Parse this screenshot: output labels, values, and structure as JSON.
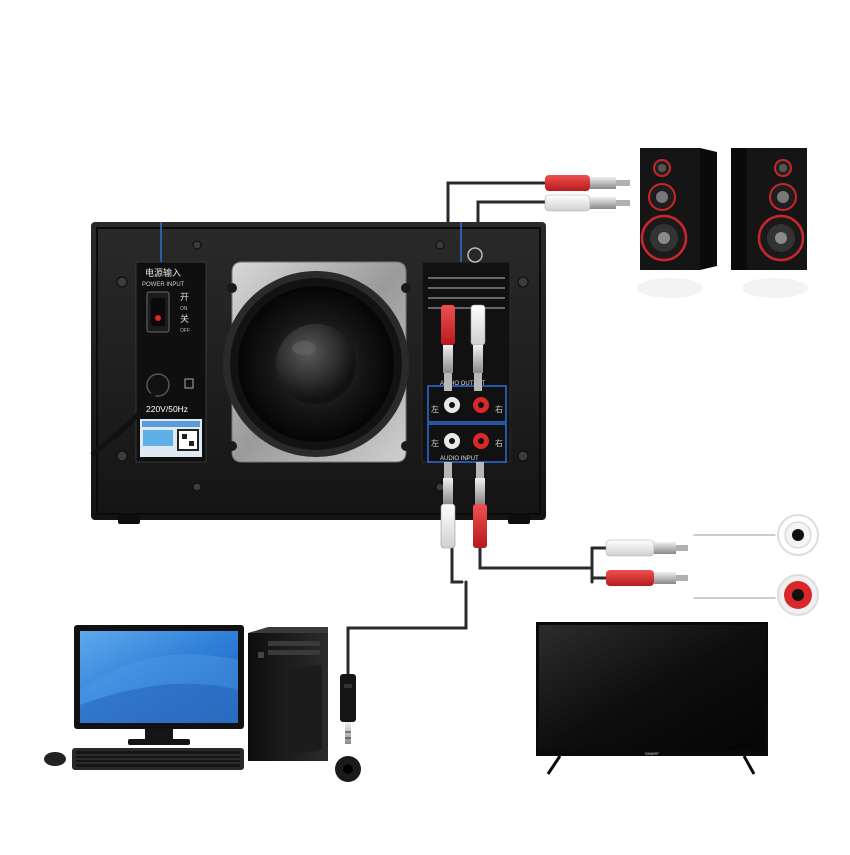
{
  "subwoofer": {
    "power_label_cn": "电源输入",
    "power_label_en": "POWER INPUT",
    "switch_on_cn": "开",
    "switch_on_en": "ON",
    "switch_off_cn": "关",
    "switch_off_en": "OFF",
    "voltage": "220V/50Hz",
    "audio_output": "AUDIO OUTPUT",
    "audio_input": "AUDIO INPUT",
    "channel_left": "左",
    "channel_right": "右"
  },
  "tv": {
    "brand": "SHARP"
  },
  "colors": {
    "red_plug": "#d8282a",
    "white_plug": "#f2f2f2",
    "cable": "#2a2a2a",
    "cabinet": "#1e1e1e",
    "accent_blue": "#2d6fd6",
    "monitor_screen": "#2f7fd8"
  },
  "icons": [
    "power-switch-icon",
    "speaker-driver-icon",
    "rca-red-jack-icon",
    "rca-white-jack-icon",
    "jack-3-5mm-icon"
  ]
}
